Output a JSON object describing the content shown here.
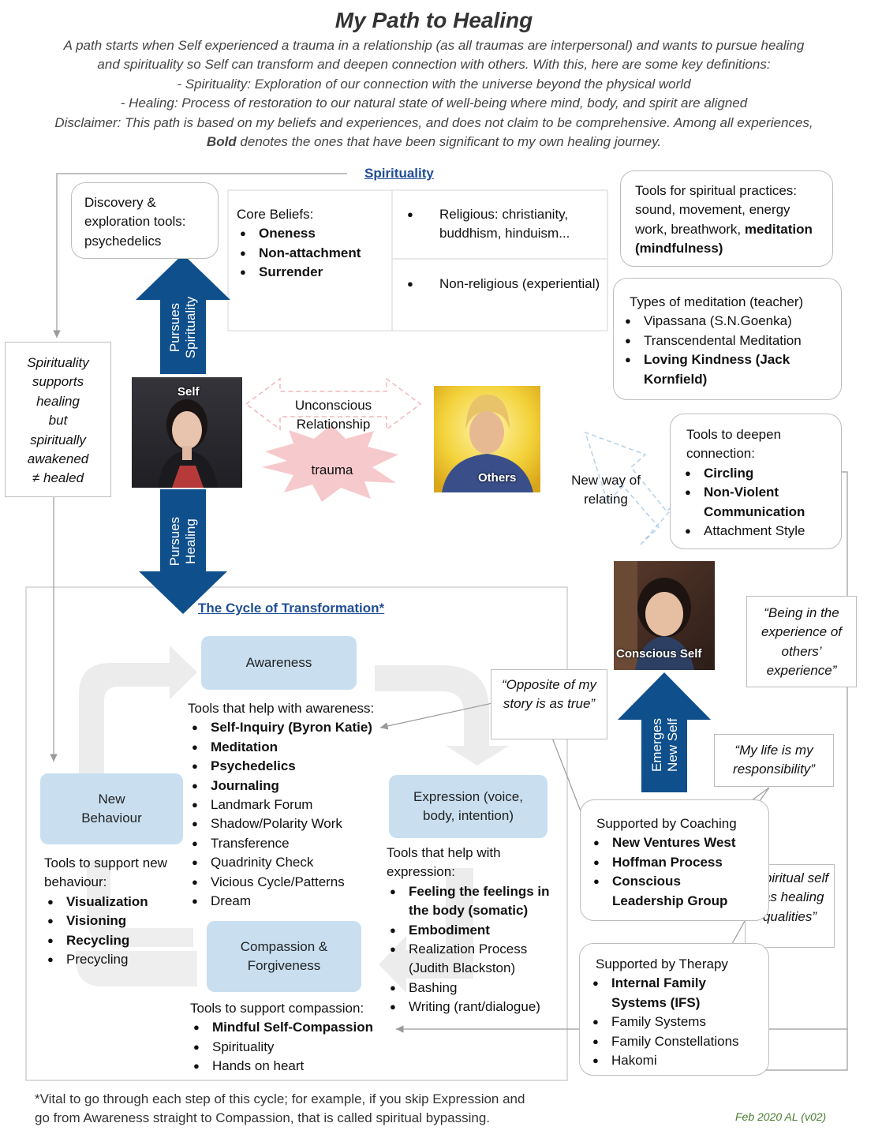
{
  "title": "My Path to Healing",
  "intro": [
    "A path starts when Self experienced a trauma in a relationship (as all traumas are interpersonal) and wants to pursue healing",
    "and spirituality so Self can transform and deepen connection with others. With this, here are some key definitions:",
    "- Spirituality: Exploration of our connection with the universe beyond the physical world",
    "- Healing: Process of restoration to our natural state of well-being where mind, body, and spirit are aligned",
    "Disclaimer: This path is based on my beliefs and experiences, and does not claim to be comprehensive. Among all experiences,"
  ],
  "intro_last": {
    "bold": "Bold",
    "rest": " denotes the ones that have been significant to my own healing journey."
  },
  "spirituality": {
    "heading": "Spirituality",
    "discovery": "Discovery & exploration tools: psychedelics",
    "core_beliefs_title": "Core Beliefs:",
    "core_beliefs": [
      "Oneness",
      "Non-attachment",
      "Surrender"
    ],
    "religious": "Religious: christianity, buddhism, hinduism...",
    "non_religious": "Non-religious (experiential)",
    "tools_title": "Tools for spiritual practices: sound, movement, energy work, breathwork,",
    "tools_bold": "meditation (mindfulness)",
    "meditation_title": "Types of meditation (teacher)",
    "meditation_types": [
      "Vipassana (S.N.Goenka)",
      "Transcendental Meditation"
    ],
    "meditation_bold": "Loving Kindness (Jack Kornfield)"
  },
  "left_note": [
    "Spirituality",
    "supports",
    "healing",
    "but",
    "spiritually",
    "awakened",
    "≠ healed"
  ],
  "arrows": {
    "pursues_spirituality": [
      "Pursues",
      "Spirituality"
    ],
    "pursues_healing": [
      "Pursues",
      "Healing"
    ],
    "emerges_new_self": [
      "Emerges",
      "New Self"
    ]
  },
  "self_label": "Self",
  "others_label": "Others",
  "conscious_self_label": "Conscious Self",
  "unconscious_relationship": "Unconscious Relationship",
  "trauma": "trauma",
  "new_way": "New way of relating",
  "connection": {
    "title": "Tools to deepen connection:",
    "bold_items": [
      "Circling",
      "Non-Violent Communication"
    ],
    "items": [
      "Attachment Style"
    ]
  },
  "quotes": {
    "being": "“Being in the experience of others’ experience”",
    "opposite": "“Opposite of my story is as true”",
    "my_life": "“My life is my responsibility”",
    "spiritual_self": "“Spiritual self has healing qualities”"
  },
  "cycle": {
    "heading": "The Cycle of Transformation*",
    "awareness": "Awareness",
    "awareness_tools_title": "Tools that help with awareness:",
    "awareness_bold": [
      "Self-Inquiry (Byron Katie)",
      "Meditation",
      "Psychedelics",
      "Journaling"
    ],
    "awareness_items": [
      "Landmark Forum",
      "Shadow/Polarity Work",
      "Transference",
      "Quadrinity Check",
      "Vicious Cycle/Patterns",
      "Dream"
    ],
    "new_behaviour": "New Behaviour",
    "behaviour_tools_title": "Tools to support new behaviour:",
    "behaviour_bold": [
      "Visualization",
      "Visioning",
      "Recycling"
    ],
    "behaviour_items": [
      "Precycling"
    ],
    "expression": "Expression (voice, body, intention)",
    "expression_tools_title": "Tools that help with expression:",
    "expression_bold": [
      "Feeling the feelings in the body (somatic)",
      "Embodiment"
    ],
    "expression_items": [
      "Realization Process (Judith Blackston)",
      "Bashing",
      "Writing (rant/dialogue)"
    ],
    "compassion": "Compassion & Forgiveness",
    "compassion_tools_title": "Tools to support compassion:",
    "compassion_bold": [
      "Mindful Self-Compassion"
    ],
    "compassion_items": [
      "Spirituality",
      "Hands on heart"
    ]
  },
  "coaching": {
    "title": "Supported by Coaching",
    "bold_items": [
      "New Ventures West",
      "Hoffman Process",
      "Conscious Leadership Group"
    ]
  },
  "therapy": {
    "title": "Supported by Therapy",
    "bold_items": [
      "Internal Family Systems (IFS)"
    ],
    "items": [
      "Family Systems",
      "Family Constellations",
      "Hakomi"
    ]
  },
  "footnote": [
    "*Vital to go through each step of this cycle; for example, if you skip Expression and",
    "go from Awareness straight to Compassion, that is called spiritual bypassing."
  ],
  "version": "Feb 2020 AL (v02)",
  "colors": {
    "arrow_blue": "#0f4f8c",
    "node_blue": "#c9dff0",
    "heading_blue": "#1f4e96",
    "trauma_pink": "#f6c9cc"
  }
}
